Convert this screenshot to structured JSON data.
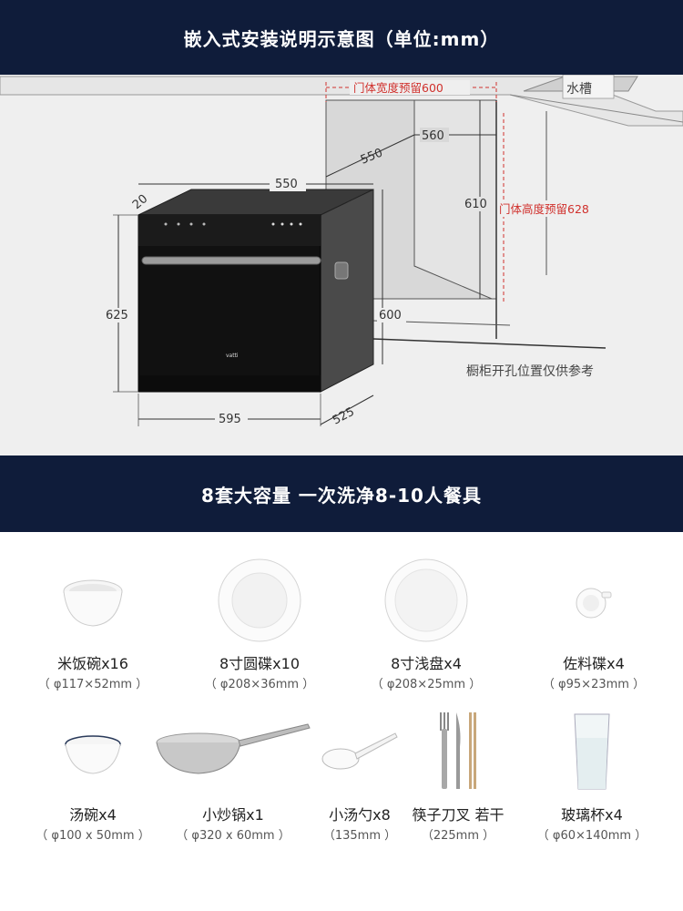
{
  "banner_top": {
    "title": "嵌入式安装说明示意图（单位:mm）"
  },
  "diagram": {
    "sink_label": "水槽",
    "door_width_label": "门体宽度预留600",
    "door_height_label": "门体高度预留628",
    "cabinet_note": "橱柜开孔位置仅供参考",
    "dims": {
      "top_width": "550",
      "niche_width": "560",
      "niche_depth": "550",
      "niche_height": "610",
      "machine_height": "625",
      "machine_depth_top": "20",
      "machine_side_height": "600",
      "machine_width": "595",
      "machine_depth": "525"
    },
    "brand": "vatti"
  },
  "banner_mid": {
    "title": "8套大容量 一次洗净8-10人餐具"
  },
  "items": [
    {
      "name": "米饭碗x16",
      "size": "（ φ117×52mm ）",
      "icon": "rice-bowl-icon"
    },
    {
      "name": "8寸圆碟x10",
      "size": "（ φ208×36mm ）",
      "icon": "round-plate-icon"
    },
    {
      "name": "8寸浅盘x4",
      "size": "（ φ208×25mm ）",
      "icon": "shallow-plate-icon"
    },
    {
      "name": "佐料碟x4",
      "size": "（ φ95×23mm ）",
      "icon": "sauce-dish-icon"
    },
    {
      "name": "汤碗x4",
      "size": "（ φ100 x 50mm ）",
      "icon": "soup-bowl-icon"
    },
    {
      "name": "小炒锅x1",
      "size": "（ φ320 x 60mm ）",
      "icon": "wok-icon"
    },
    {
      "name": "小汤勺x8",
      "size": "（135mm ）",
      "icon": "spoon-icon"
    },
    {
      "name": "筷子刀叉 若干",
      "size": "（225mm ）",
      "icon": "cutlery-icon"
    },
    {
      "name": "玻璃杯x4",
      "size": "（ φ60×140mm ）",
      "icon": "glass-icon"
    }
  ],
  "colors": {
    "banner": "#0f1c3a",
    "accent_red": "#d0312d",
    "diagram_bg": "#efefef"
  }
}
